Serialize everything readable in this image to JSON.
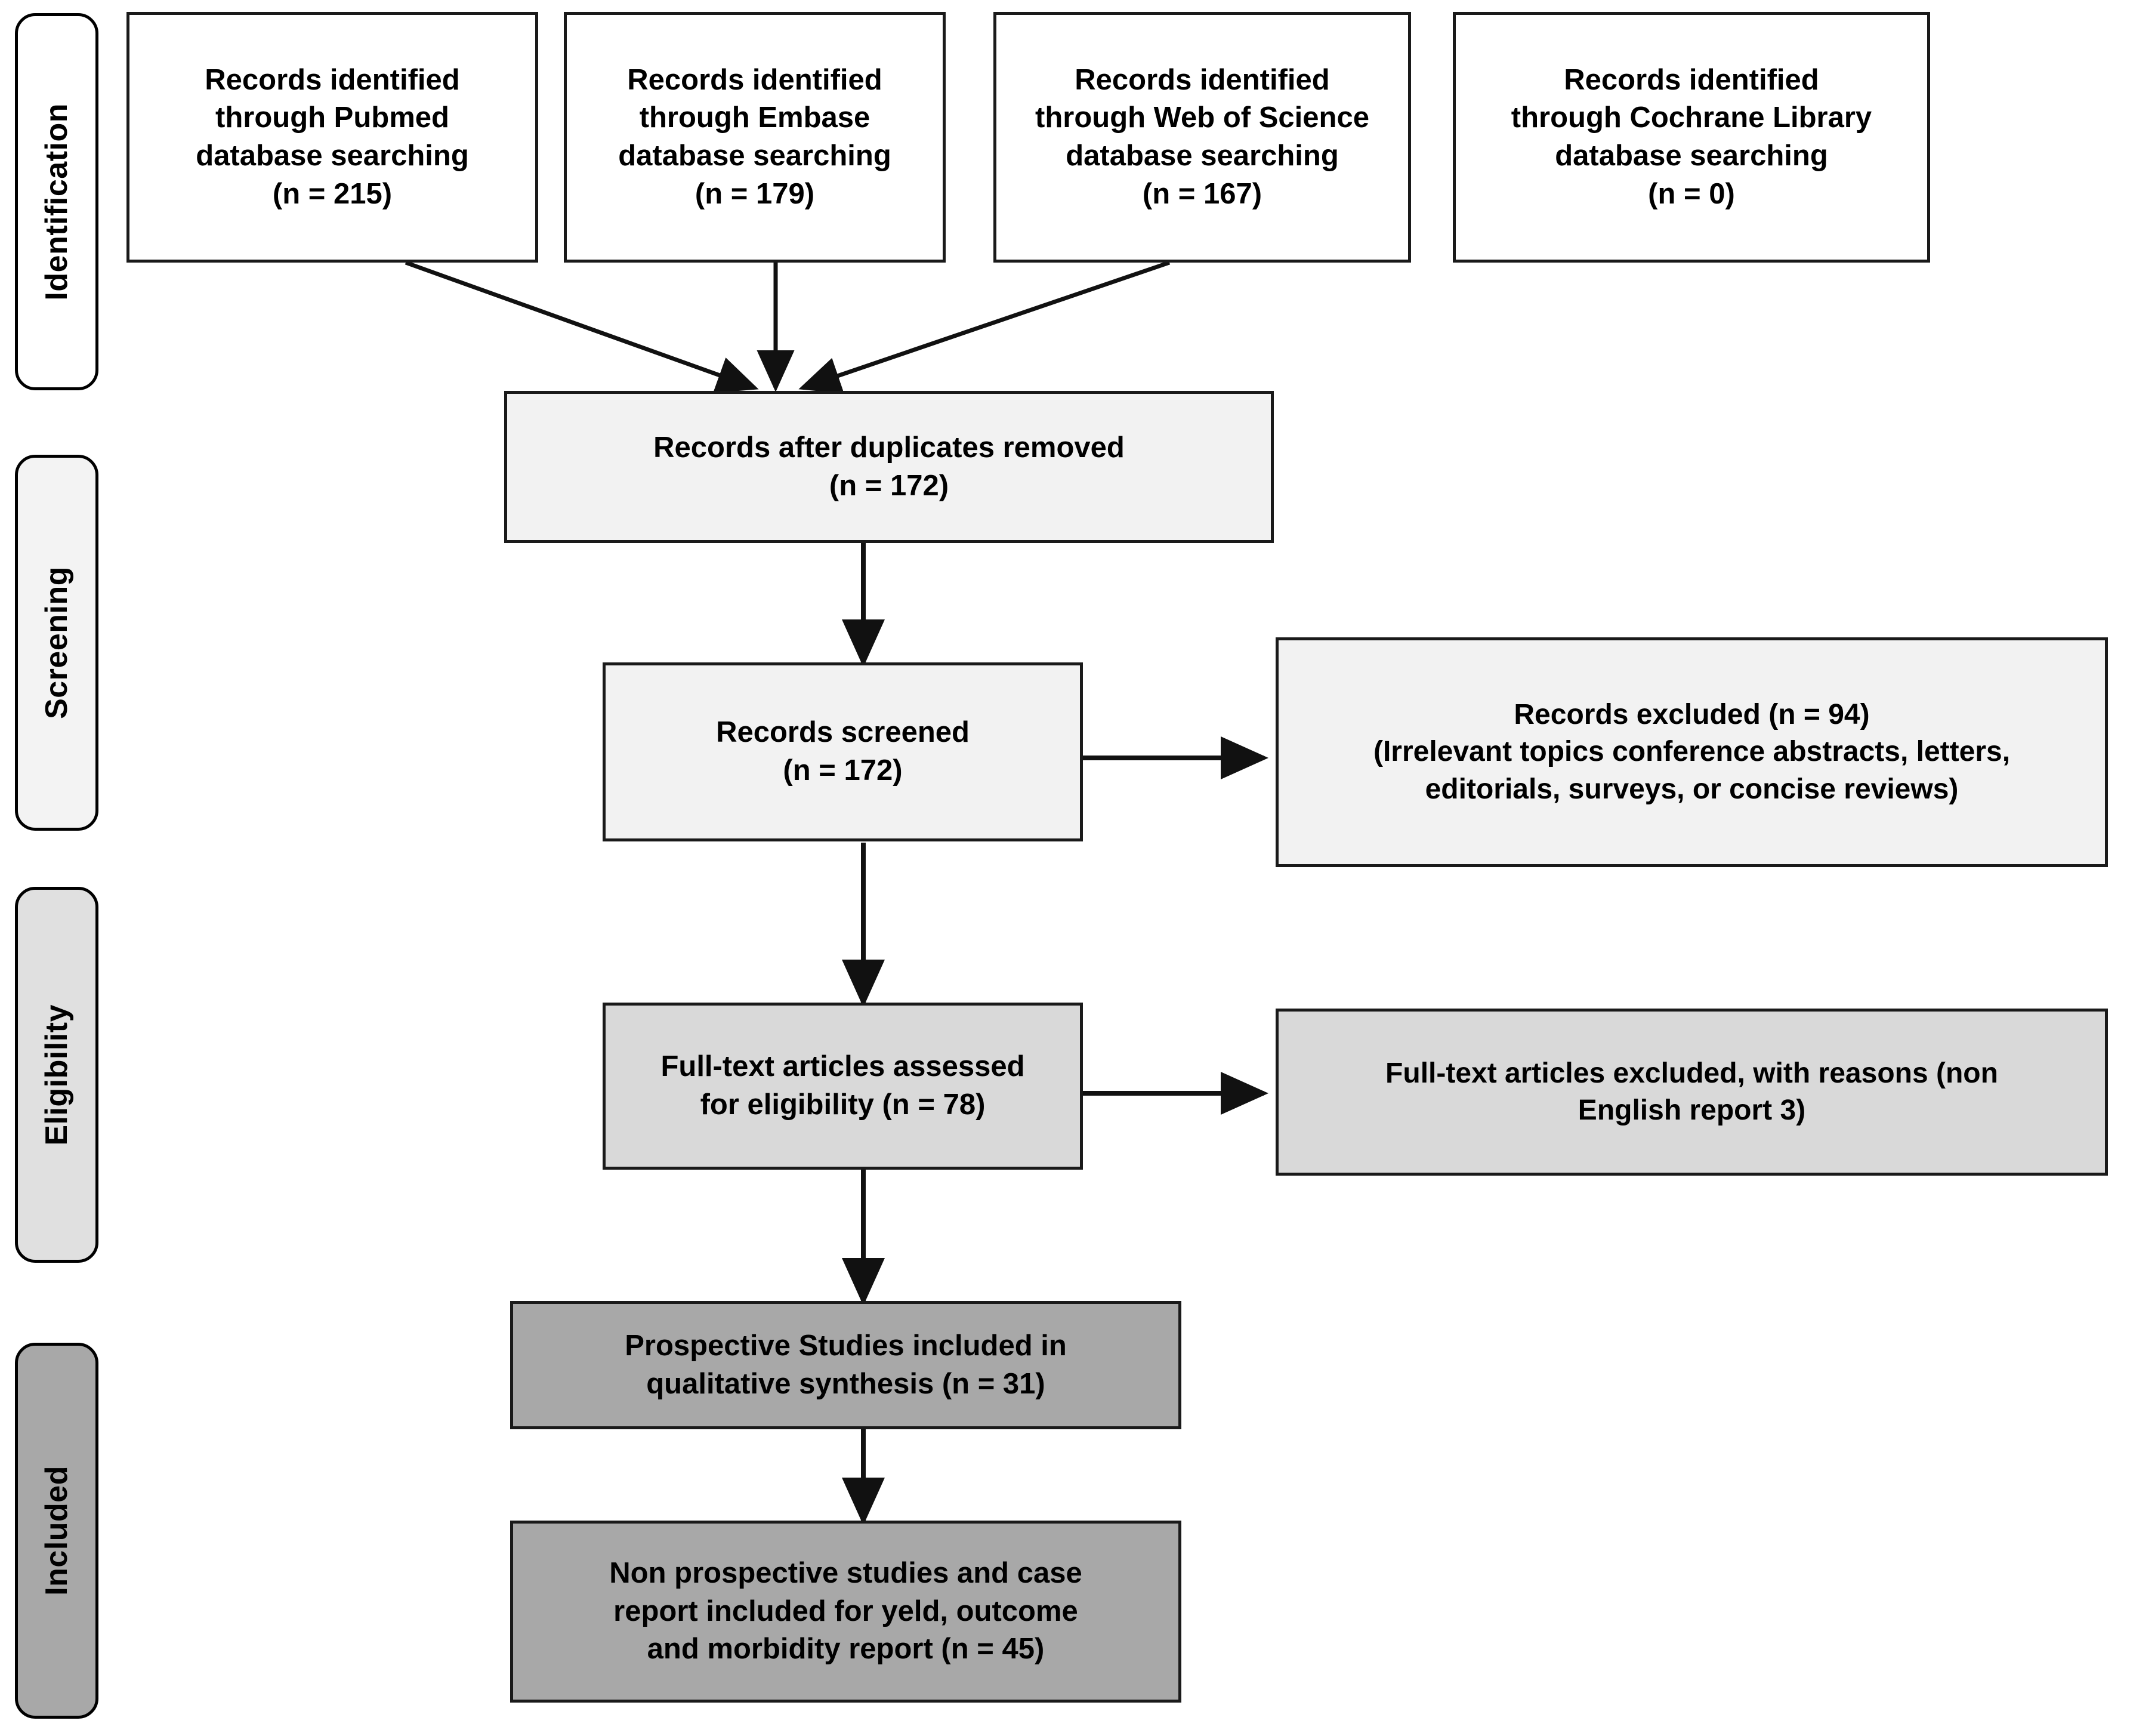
{
  "diagram": {
    "type": "prisma-flow-diagram",
    "title": "PRISMA study selection flow diagram"
  },
  "colors": {
    "stroke": "#1a1a1a",
    "pill_identification_fill": "#ffffff",
    "pill_screening_fill": "#f3f3f3",
    "pill_eligibility_fill": "#e0e0e0",
    "pill_included_fill": "#a8a8a8",
    "box_white": "#ffffff",
    "box_light": "#f2f2f2",
    "box_mid": "#d9d9d9",
    "box_dark": "#a8a8a8"
  },
  "stages": [
    {
      "id": "identification",
      "label": "Identification"
    },
    {
      "id": "screening",
      "label": "Screening"
    },
    {
      "id": "eligibility",
      "label": "Eligibility"
    },
    {
      "id": "included",
      "label": "Included"
    }
  ],
  "sources": [
    {
      "id": "pubmed",
      "text": "Records identified\nthrough Pubmed\ndatabase searching\n(n = 215)",
      "database": "Pubmed",
      "n": 215
    },
    {
      "id": "embase",
      "text": "Records identified\nthrough Embase\ndatabase searching\n(n = 179)",
      "database": "Embase",
      "n": 179
    },
    {
      "id": "wos",
      "text": "Records identified\nthrough Web of Science\ndatabase searching\n(n = 167)",
      "database": "Web of Science",
      "n": 167
    },
    {
      "id": "cochrane",
      "text": "Records identified\nthrough Cochrane Library\ndatabase searching\n(n = 0)",
      "database": "Cochrane Library",
      "n": 0
    }
  ],
  "flow": {
    "duplicates_removed": {
      "id": "duplicates-removed",
      "text": "Records after duplicates removed\n(n = 172)",
      "n": 172
    },
    "records_screened": {
      "id": "records-screened",
      "text": "Records screened\n(n = 172)",
      "n": 172
    },
    "records_excluded": {
      "id": "records-excluded",
      "text": "Records  excluded (n = 94)\n(Irrelevant topics conference abstracts, letters,\neditorials, surveys, or concise reviews)",
      "n": 94
    },
    "fulltext_assessed": {
      "id": "fulltext-assessed",
      "text": "Full-text articles assessed\nfor eligibility (n = 78)",
      "n": 78
    },
    "fulltext_excluded": {
      "id": "fulltext-excluded",
      "text": "Full-text articles excluded, with reasons (non\nEnglish report 3)",
      "n": 3
    },
    "prospective_included": {
      "id": "prospective-included",
      "text": "Prospective Studies included in\nqualitative synthesis (n = 31)",
      "n": 31
    },
    "nonprospective_included": {
      "id": "nonprospective-included",
      "text": "Non prospective studies and case\nreport included for yeld, outcome\nand morbidity report (n = 45)",
      "n": 45
    }
  }
}
